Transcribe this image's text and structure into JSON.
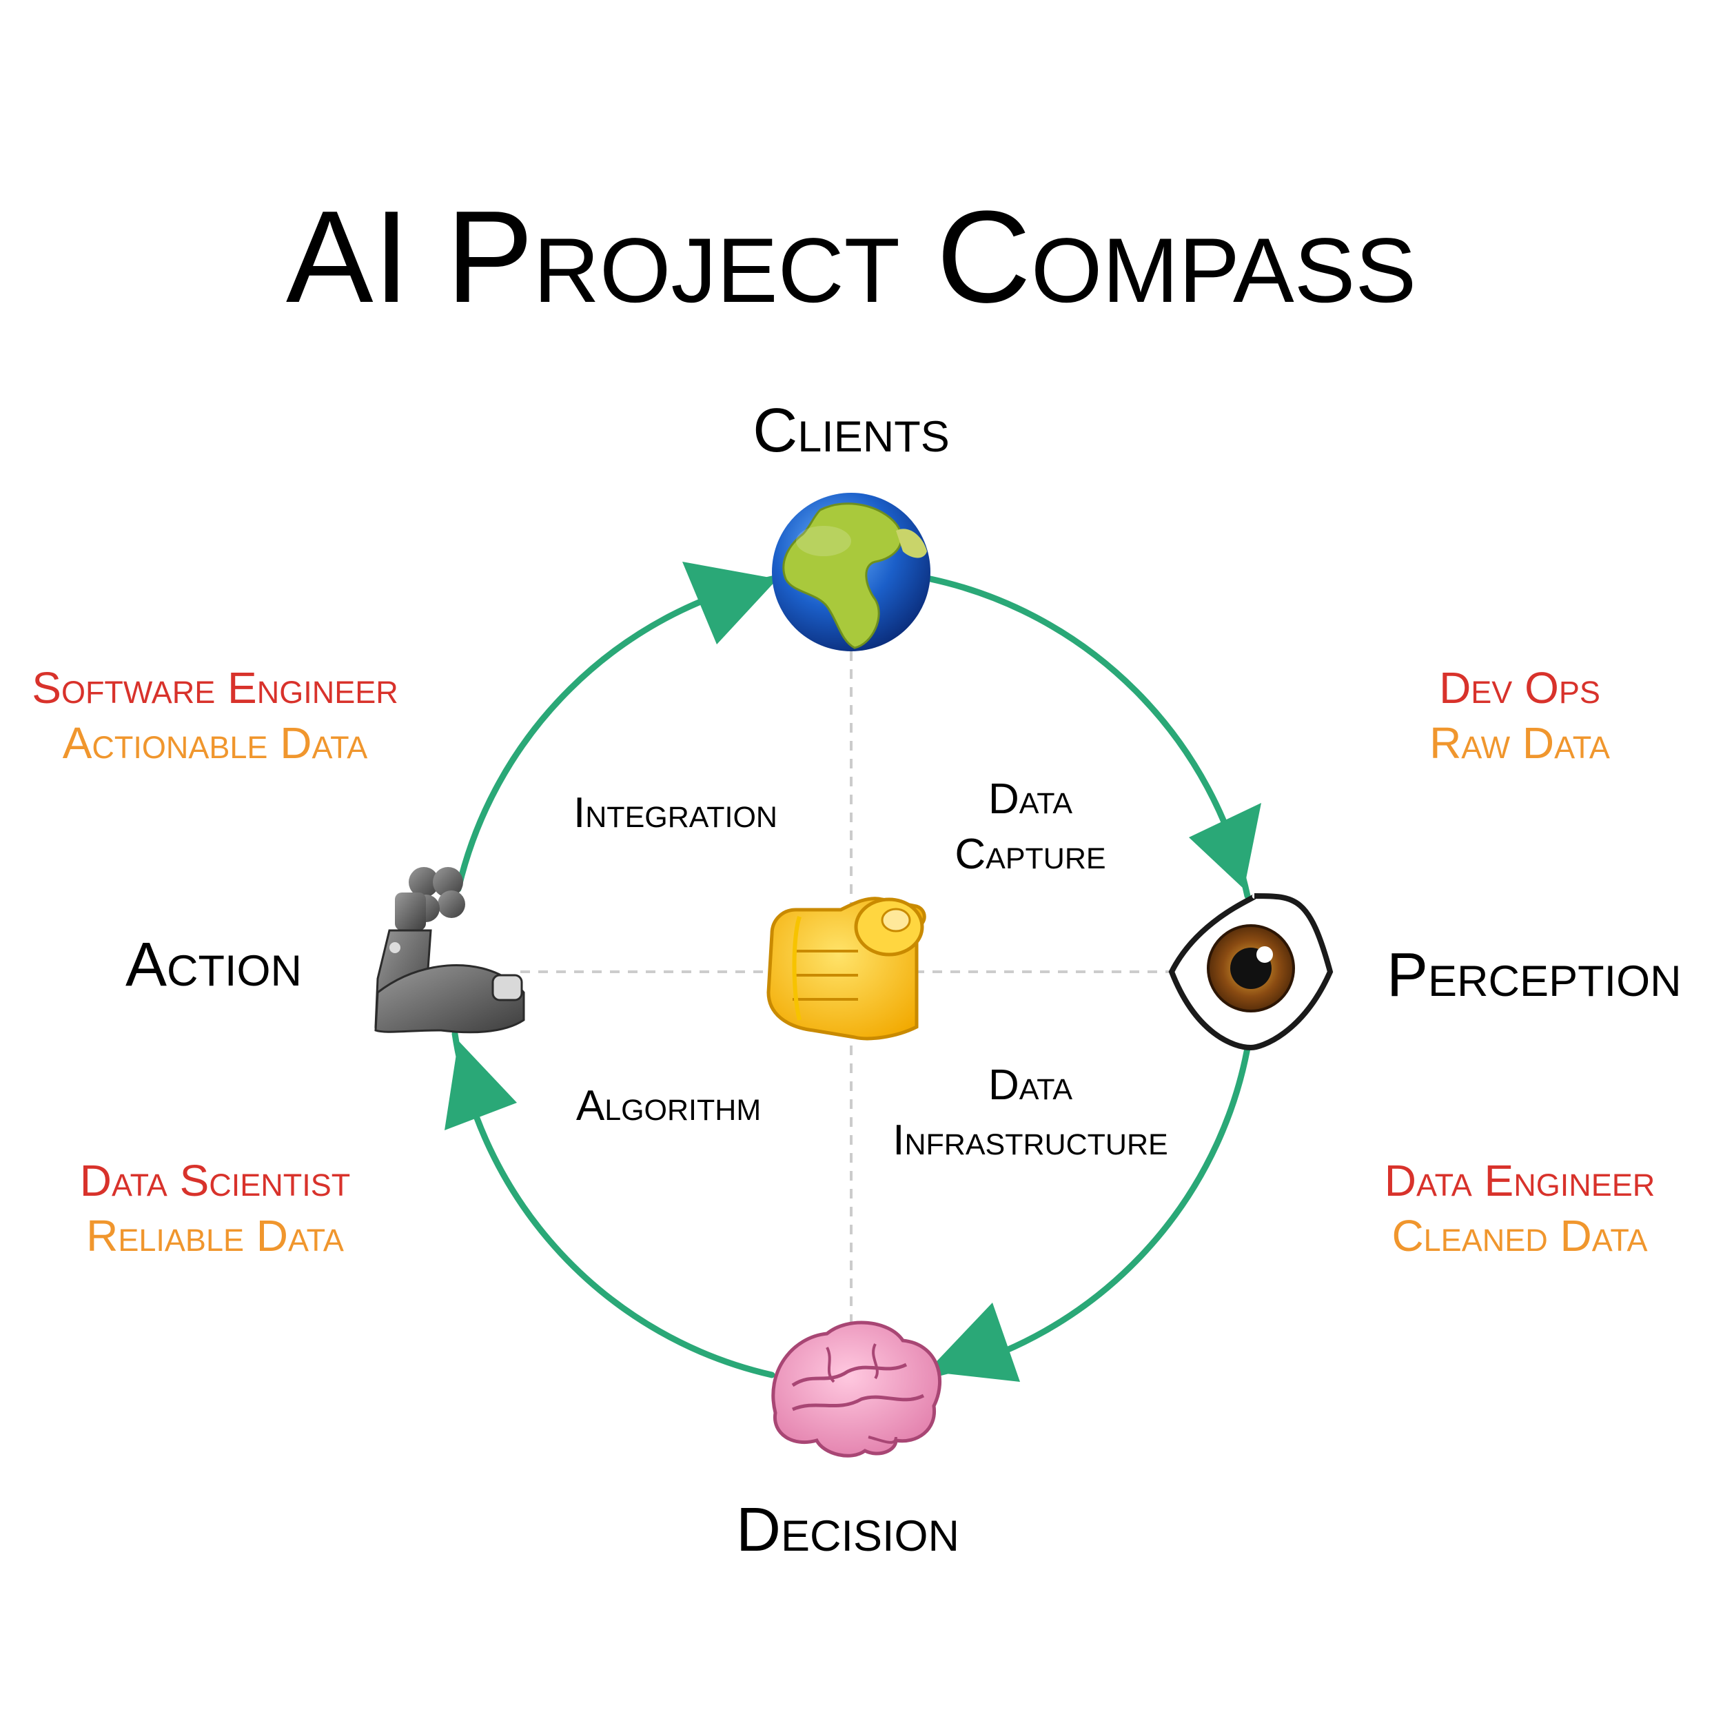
{
  "title": "AI Project Compass",
  "nodes": {
    "clients": {
      "label": "Clients",
      "icon": "globe-icon"
    },
    "perception": {
      "label": "Perception",
      "icon": "eye-icon"
    },
    "decision": {
      "label": "Decision",
      "icon": "brain-icon"
    },
    "action": {
      "label": "Action",
      "icon": "mechanical-arm-icon"
    },
    "center": {
      "icon": "pointing-fist-icon"
    }
  },
  "quadrants": {
    "integration": "Integration",
    "data_capture": {
      "line1": "Data",
      "line2": "Capture"
    },
    "algorithm": "Algorithm",
    "data_infrastructure": {
      "line1": "Data",
      "line2": "Infrastructure"
    }
  },
  "roles": {
    "software_engineer": {
      "role": "Software Engineer",
      "data": "Actionable Data"
    },
    "dev_ops": {
      "role": "Dev Ops",
      "data": "Raw Data"
    },
    "data_scientist": {
      "role": "Data Scientist",
      "data": "Reliable Data"
    },
    "data_engineer": {
      "role": "Data Engineer",
      "data": "Cleaned Data"
    }
  },
  "colors": {
    "cycle": "#2aa877",
    "role": "#d8322b",
    "data": "#f0962d",
    "dash": "#cccccc",
    "text": "#000000"
  }
}
